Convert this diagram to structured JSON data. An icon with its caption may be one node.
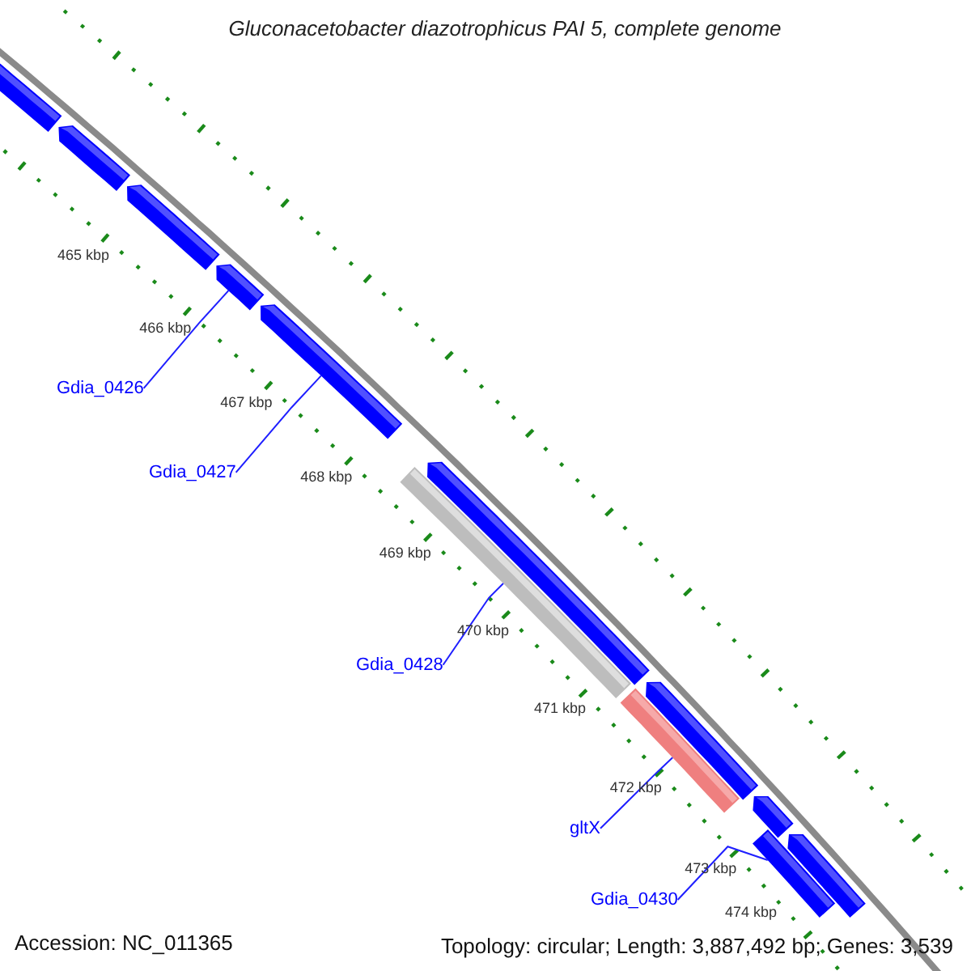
{
  "diagram": {
    "title": "Gluconacetobacter diazotrophicus PAI 5, complete genome",
    "nodes": [
      {
        "text": [],
        "shape": "bar"
      },
      {
        "text": [],
        "shape": "bar"
      },
      {
        "text": [],
        "shape": "bar"
      },
      {
        "text": [],
        "shape": "bar"
      },
      {
        "text": [],
        "shape": "bar"
      },
      {
        "text": [
          "Gdia_0426"
        ]
      },
      {
        "text": [
          "Gdia_0427"
        ]
      },
      {
        "text": [],
        "shape": "bar"
      },
      {
        "text": [],
        "shape": "bar"
      },
      {
        "text": [
          "Gdia_0428"
        ]
      },
      {
        "text": [],
        "shape": "bar"
      },
      {
        "text": [],
        "shape": "bar"
      },
      {
        "text": [
          "gltX"
        ]
      },
      {
        "text": [],
        "shape": "bar"
      },
      {
        "text": [],
        "shape": "bar"
      },
      {
        "text": [],
        "shape": "bar"
      },
      {
        "text": [
          "Gdia_0430"
        ]
      }
    ],
    "edges": [
      {
        "from": 5,
        "to": 3,
        "arrow": "none"
      },
      {
        "from": 6,
        "to": 4,
        "arrow": "none"
      },
      {
        "from": 9,
        "to": 8,
        "arrow": "none"
      },
      {
        "from": 12,
        "to": 10,
        "arrow": "none"
      },
      {
        "from": 16,
        "to": 15,
        "arrow": "none"
      }
    ],
    "labels": [
      "465 kbp",
      "466 kbp",
      "467 kbp",
      "468 kbp",
      "469 kbp",
      "470 kbp",
      "471 kbp",
      "472 kbp",
      "473 kbp",
      "474 kbp",
      "Accession: NC_011365",
      "Topology: circular; Length: 3,887,492 bp; Genes: 3,539"
    ]
  }
}
